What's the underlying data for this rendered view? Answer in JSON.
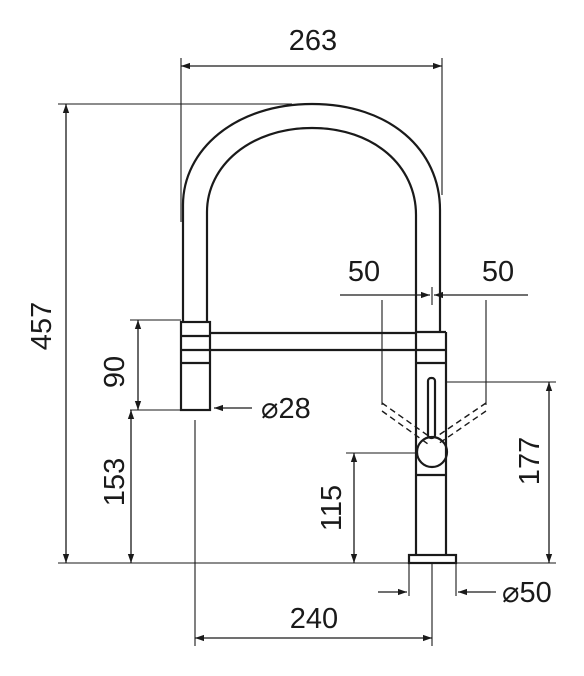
{
  "dimensions": {
    "width_top": "263",
    "height_total": "457",
    "spray_head_length": "90",
    "spray_head_height": "153",
    "left_offset": "50",
    "right_offset": "50",
    "spray_diameter": "⌀28",
    "lever_height": "115",
    "lever_top_height": "177",
    "reach": "240",
    "base_diameter": "⌀50"
  }
}
